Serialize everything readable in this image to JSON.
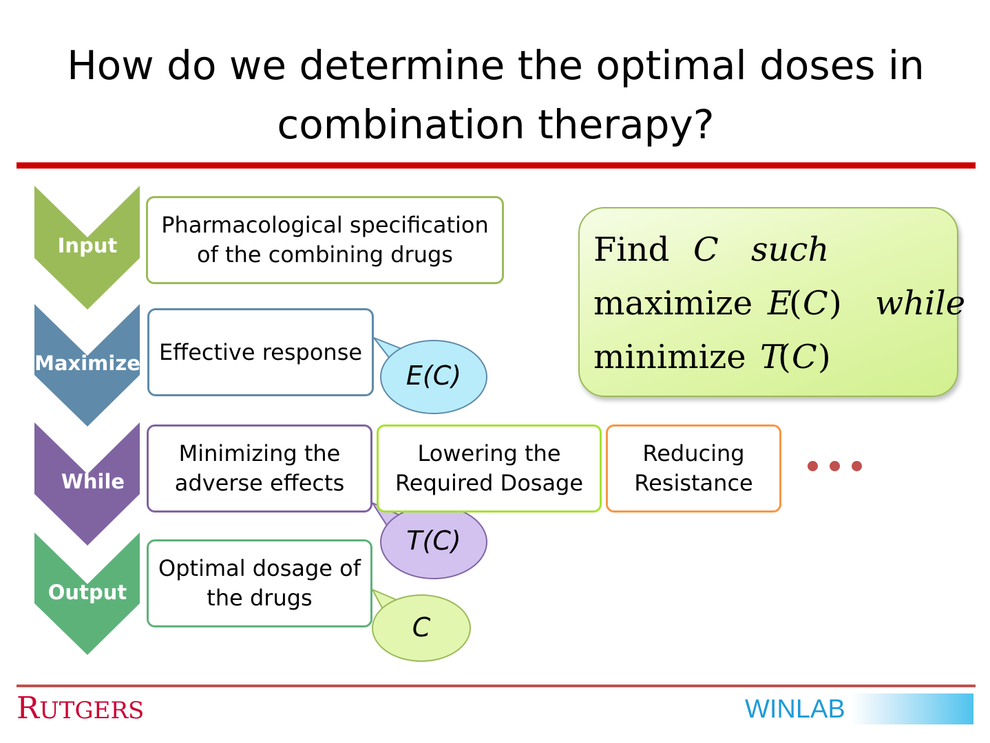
{
  "title": {
    "line1": "How do we determine the optimal doses in",
    "line2": "combination therapy?"
  },
  "stages": [
    {
      "label": "Input",
      "color": "#9bbb59"
    },
    {
      "label": "Maximize",
      "color": "#5f8aaa"
    },
    {
      "label": "While",
      "color": "#8064a2"
    },
    {
      "label": "Output",
      "color": "#5db27a"
    }
  ],
  "boxes": {
    "input": {
      "line1": "Pharmacological specification",
      "line2": "of the combining drugs",
      "border": "#9bbb59"
    },
    "maximize": {
      "line1": "Effective response",
      "border": "#5f8aaa"
    },
    "while_adverse": {
      "line1": "Minimizing the",
      "line2": "adverse effects",
      "border": "#8064a2"
    },
    "while_dosage": {
      "line1": "Lowering the",
      "line2": "Required Dosage",
      "border": "#a6e22e"
    },
    "while_resistance": {
      "line1": "Reducing",
      "line2": "Resistance",
      "border": "#f79646"
    },
    "output": {
      "line1": "Optimal dosage of",
      "line2": "the drugs",
      "border": "#5db27a"
    }
  },
  "bubbles": [
    {
      "text": "E(C)",
      "color": "#b8ecfb",
      "border": "#5f8aaa"
    },
    {
      "text": "T(C)",
      "color": "#d3c2ef",
      "border": "#8064a2"
    },
    {
      "text": "C",
      "color": "#e2f6b0",
      "border": "#9bbb59"
    }
  ],
  "formula": {
    "row1": [
      "Find",
      "C",
      "such"
    ],
    "row2": [
      "maximize",
      "E",
      "(",
      "C",
      ")",
      "while"
    ],
    "row3": [
      "minimize",
      "T",
      "(",
      "C",
      ")"
    ]
  },
  "ellipsis_color": "#c0504d",
  "footer": {
    "rutgers_first": "R",
    "rutgers_rest": "UTGERS",
    "winlab": "WINLAB"
  }
}
